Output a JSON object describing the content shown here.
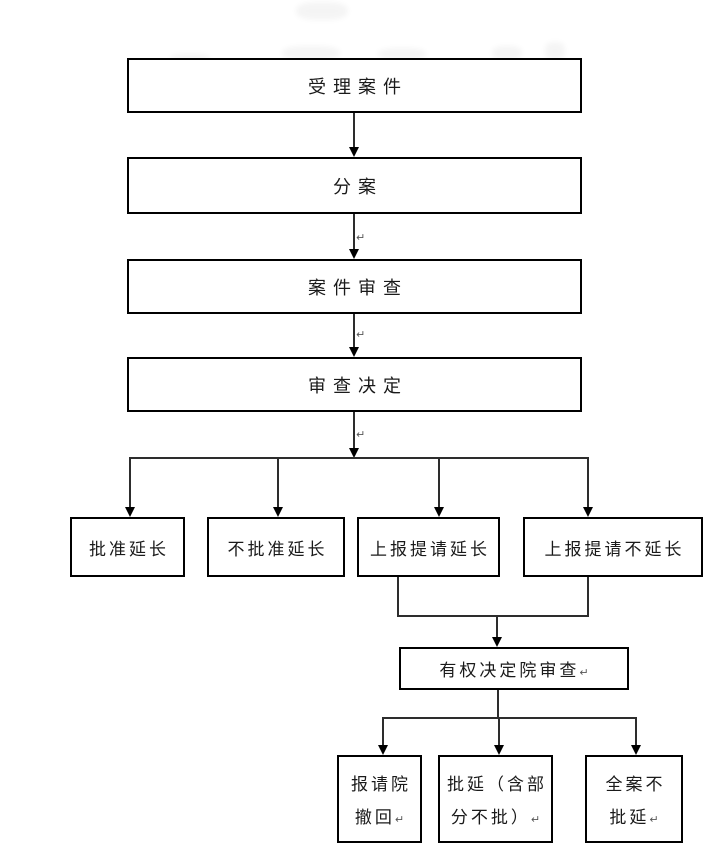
{
  "diagram": {
    "nodes": {
      "accept_case": "受理案件",
      "assign_case": "分案",
      "case_review": "案件审查",
      "review_decision": "审查决定",
      "approve_extension": "批准延长",
      "disapprove_extension": "不批准延长",
      "report_request_extension": "上报提请延长",
      "report_request_no_extension": "上报提请不延长",
      "authorized_court_review": "有权决定院审查",
      "report_withdraw_line1": "报请院",
      "report_withdraw_line2": "撤回",
      "approve_delay_line1": "批延（含部",
      "approve_delay_line2": "分不批）",
      "whole_case_no_delay_line1": "全案不",
      "whole_case_no_delay_line2": "批延"
    },
    "return_mark": "↵",
    "colors": {
      "background": "#ffffff",
      "box_border": "#000000",
      "text": "#1a1a1a",
      "connector": "#2d2d2d"
    }
  }
}
